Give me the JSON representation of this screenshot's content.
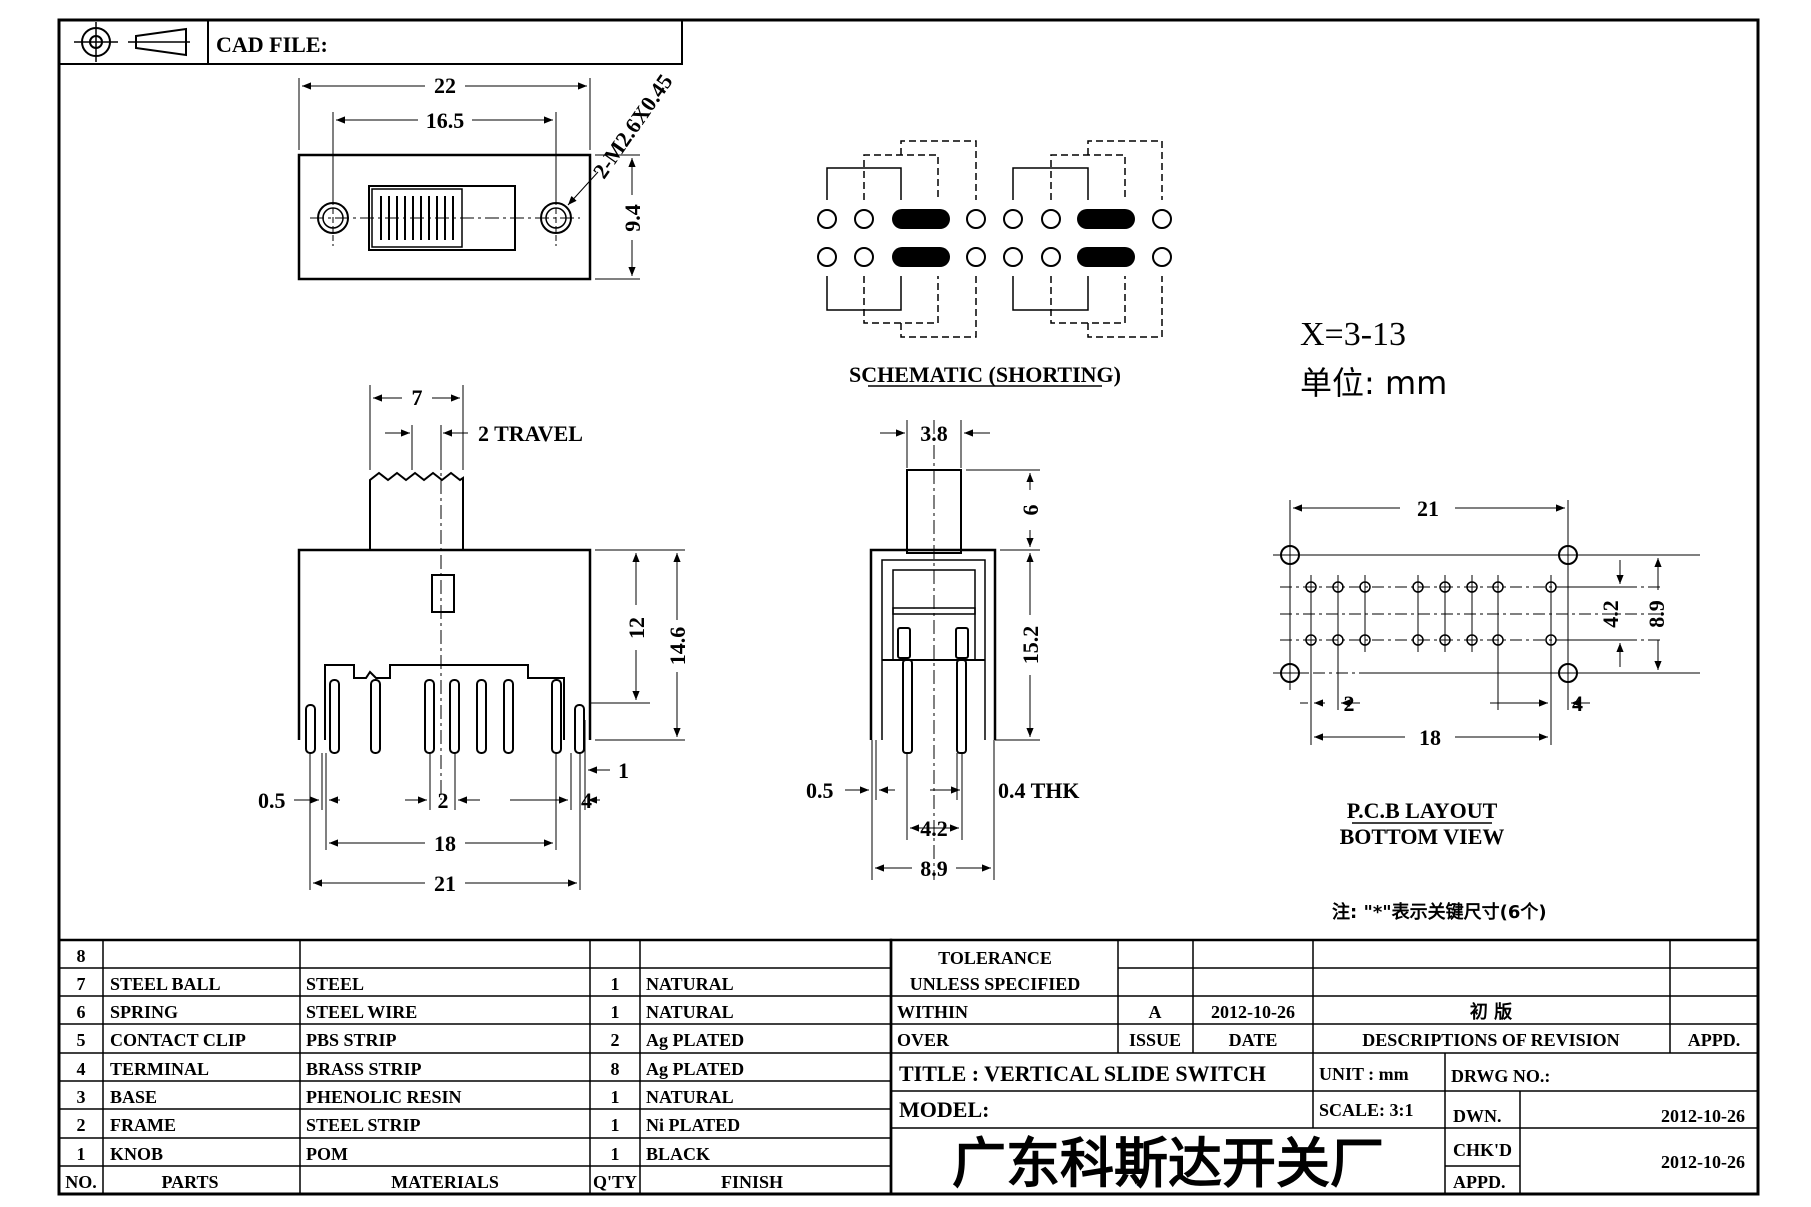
{
  "header": {
    "cad_label": "CAD FILE:"
  },
  "top_view": {
    "dim_22": "22",
    "dim_16_5": "16.5",
    "dim_9_4": "9.4",
    "hole_label": "2-M2.6X0.45"
  },
  "schematic": {
    "caption": "SCHEMATIC (SHORTING)"
  },
  "notes": {
    "x_range": "X=3-13",
    "unit": "单位: mm",
    "footnote": "注: \"*\"表示关键尺寸(6个)"
  },
  "front_view": {
    "dim_7": "7",
    "travel": "2 TRAVEL",
    "dim_12": "12",
    "dim_14_6": "14.6",
    "dim_0_5": "0.5",
    "dim_2": "2",
    "dim_4": "4",
    "dim_1": "1",
    "dim_18": "18",
    "dim_21": "21"
  },
  "side_view": {
    "dim_3_8": "3.8",
    "dim_6": "6",
    "dim_15_2": "15.2",
    "dim_0_5": "0.5",
    "thk": "0.4 THK",
    "dim_4_2": "4.2",
    "dim_8_9": "8.9"
  },
  "pcb": {
    "dim_21": "21",
    "dim_4_2": "4.2",
    "dim_8_9": "8.9",
    "dim_2": "2",
    "dim_4": "4",
    "dim_18": "18",
    "caption_1": "P.C.B LAYOUT",
    "caption_2": "BOTTOM VIEW"
  },
  "bom": {
    "headers": {
      "no": "NO.",
      "parts": "PARTS",
      "materials": "MATERIALS",
      "qty": "Q'TY",
      "finish": "FINISH"
    },
    "rows": [
      {
        "no": "8",
        "part": "",
        "material": "",
        "qty": "",
        "finish": ""
      },
      {
        "no": "7",
        "part": "STEEL BALL",
        "material": "STEEL",
        "qty": "1",
        "finish": "NATURAL"
      },
      {
        "no": "6",
        "part": "SPRING",
        "material": "STEEL WIRE",
        "qty": "1",
        "finish": "NATURAL"
      },
      {
        "no": "5",
        "part": "CONTACT CLIP",
        "material": "PBS STRIP",
        "qty": "2",
        "finish": "Ag PLATED"
      },
      {
        "no": "4",
        "part": "TERMINAL",
        "material": "BRASS STRIP",
        "qty": "8",
        "finish": "Ag PLATED"
      },
      {
        "no": "3",
        "part": "BASE",
        "material": "PHENOLIC RESIN",
        "qty": "1",
        "finish": "NATURAL"
      },
      {
        "no": "2",
        "part": "FRAME",
        "material": "STEEL STRIP",
        "qty": "1",
        "finish": "Ni PLATED"
      },
      {
        "no": "1",
        "part": "KNOB",
        "material": "POM",
        "qty": "1",
        "finish": "BLACK"
      }
    ]
  },
  "title_block": {
    "tolerance_1": "TOLERANCE",
    "tolerance_2": "UNLESS  SPECIFIED",
    "within": "WITHIN",
    "over": "OVER",
    "rev_issue": "A",
    "rev_date": "2012-10-26",
    "rev_desc": "初 版",
    "issue_label": "ISSUE",
    "date_label": "DATE",
    "desc_label": "DESCRIPTIONS OF REVISION",
    "appd_label": "APPD.",
    "title": "TITLE :  VERTICAL SLIDE SWITCH",
    "unit": "UNIT :  mm",
    "drwg_no": "DRWG NO.:",
    "model": "MODEL:",
    "scale": "SCALE:  3:1",
    "dwn_label": "DWN.",
    "dwn_date": "2012-10-26",
    "chkd_label": "CHK'D",
    "chkd_date": "2012-10-26",
    "appd2_label": "APPD.",
    "company": "广东科斯达开关厂"
  }
}
